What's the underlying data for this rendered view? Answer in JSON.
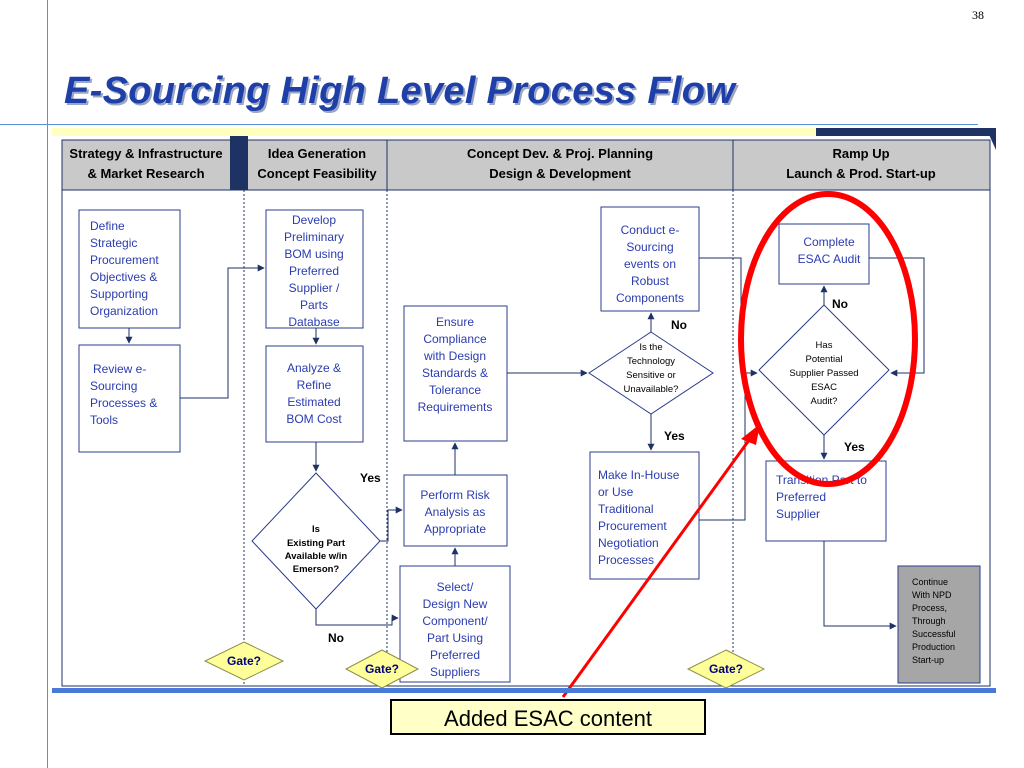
{
  "slide": {
    "number": "38",
    "title": "E-Sourcing High Level Process Flow",
    "annotation": "Added ESAC content"
  },
  "lanes": [
    {
      "line1": "Strategy & Infrastructure",
      "line2": "& Market Research"
    },
    {
      "line1": "Idea Generation",
      "line2": "Concept Feasibility"
    },
    {
      "line1": "Concept Dev. & Proj.  Planning",
      "line2": "Design & Development"
    },
    {
      "line1": "Ramp Up",
      "line2": "Launch & Prod. Start-up"
    }
  ],
  "boxes": {
    "define_strategic": [
      "Define",
      "Strategic",
      "Procurement",
      "Objectives &",
      "Supporting",
      "Organization"
    ],
    "review_esourcing": [
      "Review e-",
      "Sourcing",
      "Processes &",
      "Tools"
    ],
    "develop_bom": [
      "Develop",
      "Preliminary",
      "BOM using",
      "Preferred",
      "Supplier /",
      "Parts",
      "Database"
    ],
    "analyze_bom": [
      "Analyze &",
      "Refine",
      "Estimated",
      "BOM Cost"
    ],
    "ensure_compliance": [
      "Ensure",
      "Compliance",
      "with Design",
      "Standards &",
      "Tolerance",
      "Requirements"
    ],
    "perform_risk": [
      "Perform Risk",
      "Analysis as",
      "Appropriate"
    ],
    "select_design": [
      "Select/",
      "Design New",
      "Component/",
      "Part Using",
      "Preferred",
      "Suppliers"
    ],
    "conduct_events": [
      "Conduct e-",
      "Sourcing",
      "events on",
      "Robust",
      "Components"
    ],
    "make_inhouse": [
      "Make In-House",
      "or Use",
      "Traditional",
      "Procurement",
      "Negotiation",
      "Processes"
    ],
    "complete_audit": [
      "Complete",
      "ESAC Audit"
    ],
    "transition_part": [
      "Transition Part to",
      "Preferred",
      "Supplier"
    ],
    "continue_npd": [
      "Continue",
      "With NPD",
      "Process,",
      "Through",
      "Successful",
      "Production",
      "Start-up"
    ]
  },
  "decisions": {
    "existing_part": [
      "Is",
      "Existing Part",
      "Available w/in",
      "Emerson?"
    ],
    "technology": [
      "Is the",
      "Technology",
      "Sensitive or",
      "Unavailable?"
    ],
    "supplier_audit": [
      "Has",
      "Potential",
      "Supplier Passed",
      "ESAC",
      "Audit?"
    ]
  },
  "labels": {
    "yes": "Yes",
    "no": "No",
    "gate": "Gate?"
  },
  "colors": {
    "title": "#1f3fa8",
    "header_bg": "#c9c9c9",
    "header_stripe": "#ffffc0",
    "lane_divider": "#1f3264",
    "box_border": "#2a3c8c",
    "box_text": "#2a3cb0",
    "gate_fill": "#ffff99",
    "highlight": "#ff0000",
    "continue_fill": "#a6a6a6"
  }
}
